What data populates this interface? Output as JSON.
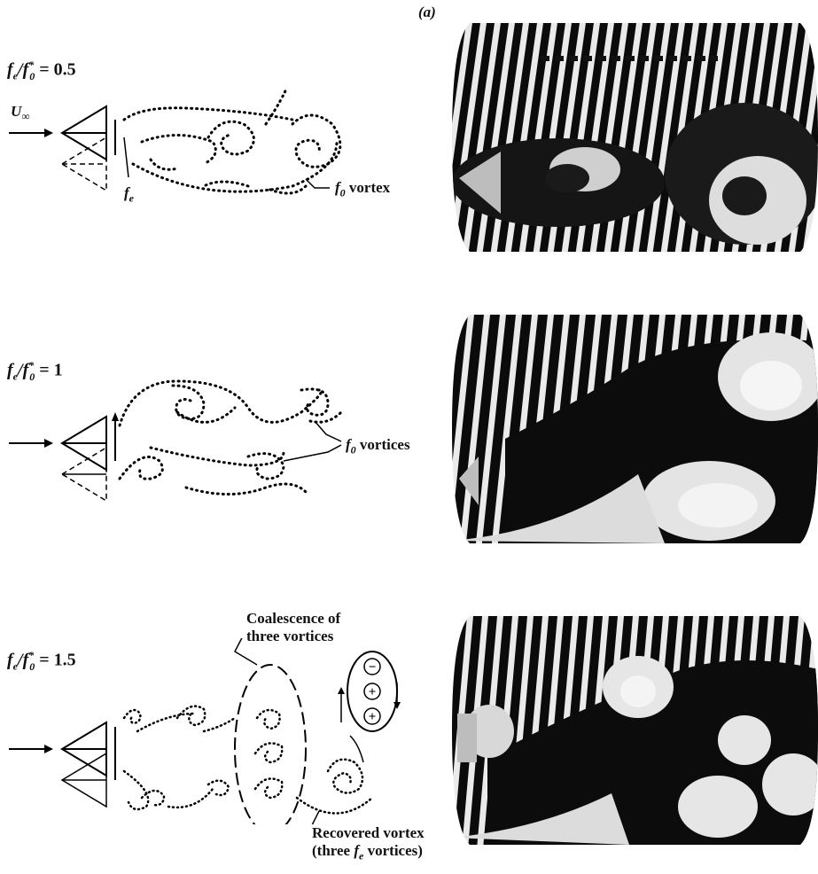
{
  "panel_label": "(a)",
  "rows": [
    {
      "condition": "f_e/f*_0 = 0.5",
      "cond_lhs_a": "f",
      "cond_lhs_a_sub": "e",
      "cond_lhs_b": "f",
      "cond_lhs_b_sup": "*",
      "cond_lhs_b_sub": "0",
      "cond_value": "= 0.5",
      "freestream_label": "U",
      "freestream_sub": "∞",
      "fe_label": "f",
      "fe_sub": "e",
      "vortex_label_f": "f",
      "vortex_label_sub": "0",
      "vortex_label_text": "vortex"
    },
    {
      "condition": "f_e/f*_0 = 1",
      "cond_lhs_a": "f",
      "cond_lhs_a_sub": "e",
      "cond_lhs_b": "f",
      "cond_lhs_b_sup": "*",
      "cond_lhs_b_sub": "0",
      "cond_value": "= 1",
      "vortex_label_f": "f",
      "vortex_label_sub": "0",
      "vortex_label_text": "vortices"
    },
    {
      "condition": "f_e/f*_0 = 1.5",
      "cond_lhs_a": "f",
      "cond_lhs_a_sub": "e",
      "cond_lhs_b": "f",
      "cond_lhs_b_sup": "*",
      "cond_lhs_b_sub": "0",
      "cond_value": "= 1.5",
      "coalescence_line1": "Coalescence of",
      "coalescence_line2": "three vortices",
      "recovered_line1": "Recovered vortex",
      "recovered_line2_a": "(three",
      "recovered_line2_f": "f",
      "recovered_line2_sub": "e",
      "recovered_line2_b": "vortices)",
      "sign_minus": "−",
      "sign_plus": "+"
    }
  ]
}
